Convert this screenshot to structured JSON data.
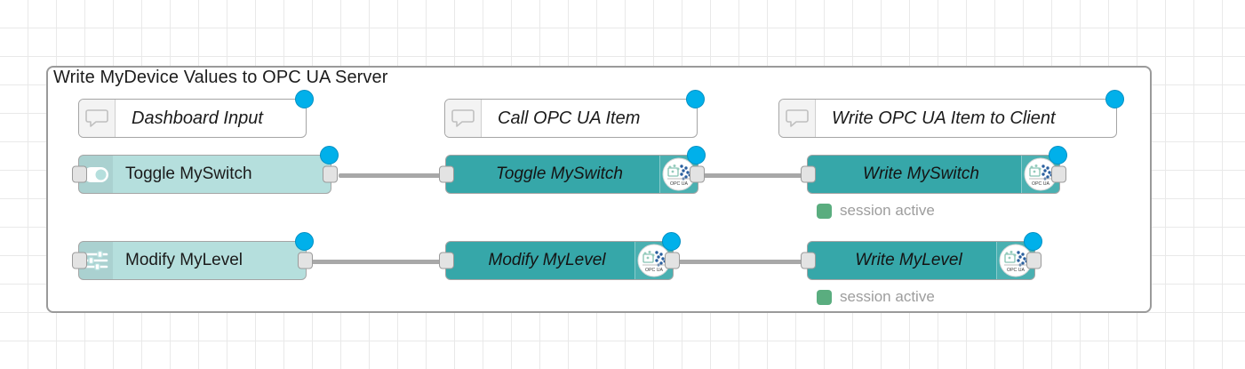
{
  "canvas": {
    "grid_size": 32,
    "background": "#ffffff",
    "grid_color": "#e9e9e9"
  },
  "group": {
    "title": "Write MyDevice Values to OPC UA Server",
    "border_color": "#9a9a9a"
  },
  "colors": {
    "node_dashboard": "#b5dfdd",
    "node_opcua": "#36a7a9",
    "node_comment": "#ffffff",
    "selection_dot": "#00b0ea",
    "wire": "#a8a8a8",
    "status_active": "#5aad7f",
    "status_text": "#9d9d9d"
  },
  "comments": [
    {
      "label": "Dashboard Input",
      "icon": "comment-icon"
    },
    {
      "label": "Call OPC UA Item",
      "icon": "comment-icon"
    },
    {
      "label": "Write OPC UA Item to Client",
      "icon": "comment-icon"
    }
  ],
  "rows": [
    {
      "name": "switch-row",
      "source": {
        "label": "Toggle MySwitch",
        "icon": "toggle-switch-icon",
        "type": "dashboard"
      },
      "middle": {
        "label": "Toggle MySwitch",
        "icon": "opcua-logo-icon",
        "type": "opcua"
      },
      "target": {
        "label": "Write MySwitch",
        "icon": "opcua-logo-icon",
        "type": "opcua"
      },
      "status": {
        "text": "session active",
        "color": "#5aad7f"
      }
    },
    {
      "name": "level-row",
      "source": {
        "label": "Modify MyLevel",
        "icon": "sliders-icon",
        "type": "dashboard"
      },
      "middle": {
        "label": "Modify MyLevel",
        "icon": "opcua-logo-icon",
        "type": "opcua"
      },
      "target": {
        "label": "Write MyLevel",
        "icon": "opcua-logo-icon",
        "type": "opcua"
      },
      "status": {
        "text": "session active",
        "color": "#5aad7f"
      }
    }
  ],
  "opcua_logo": {
    "caption": "OPC UA"
  }
}
